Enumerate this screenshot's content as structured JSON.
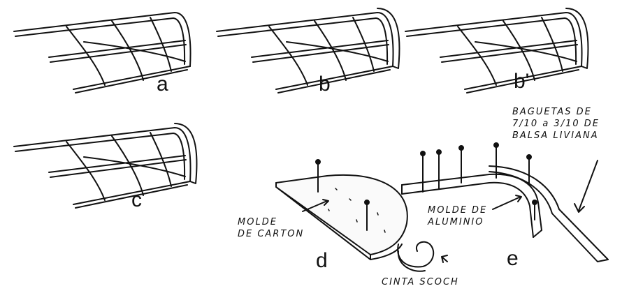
{
  "figure_labels": {
    "a": "a",
    "b": "b",
    "b_prime": "b'",
    "c": "c",
    "d": "d",
    "e": "e"
  },
  "annotations": {
    "molde_carton": [
      "MOLDE",
      "DE CARTON"
    ],
    "molde_aluminio": [
      "MOLDE DE",
      "ALUMINIO"
    ],
    "cinta": "CINTA SCOCH",
    "baguetas": [
      "BAGUETAS DE",
      "7/10 a 3/10 DE",
      "BALSA LIVIANA"
    ]
  },
  "colors": {
    "ink": "#111111",
    "paper": "#ffffff"
  }
}
